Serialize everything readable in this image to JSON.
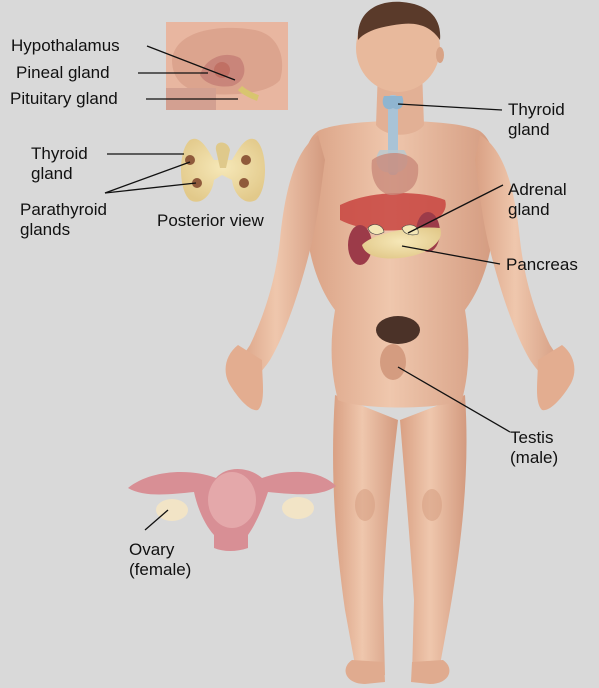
{
  "labels": {
    "hypothalamus": "Hypothalamus",
    "pineal": "Pineal gland",
    "pituitary": "Pituitary gland",
    "thyroid_inset": "Thyroid\ngland",
    "parathyroid": "Parathyroid\nglands",
    "posterior_view": "Posterior view",
    "thyroid_body": "Thyroid\ngland",
    "adrenal": "Adrenal\ngland",
    "pancreas": "Pancreas",
    "testis": "Testis\n(male)",
    "ovary": "Ovary\n(female)"
  },
  "colors": {
    "background": "#d9d9d9",
    "skin": "#e8b99c",
    "skin_shadow": "#c98f74",
    "gland_yellow": "#efe1a4",
    "kidney": "#9c3b49",
    "liver": "#c8443f",
    "leader_line": "#111111"
  }
}
